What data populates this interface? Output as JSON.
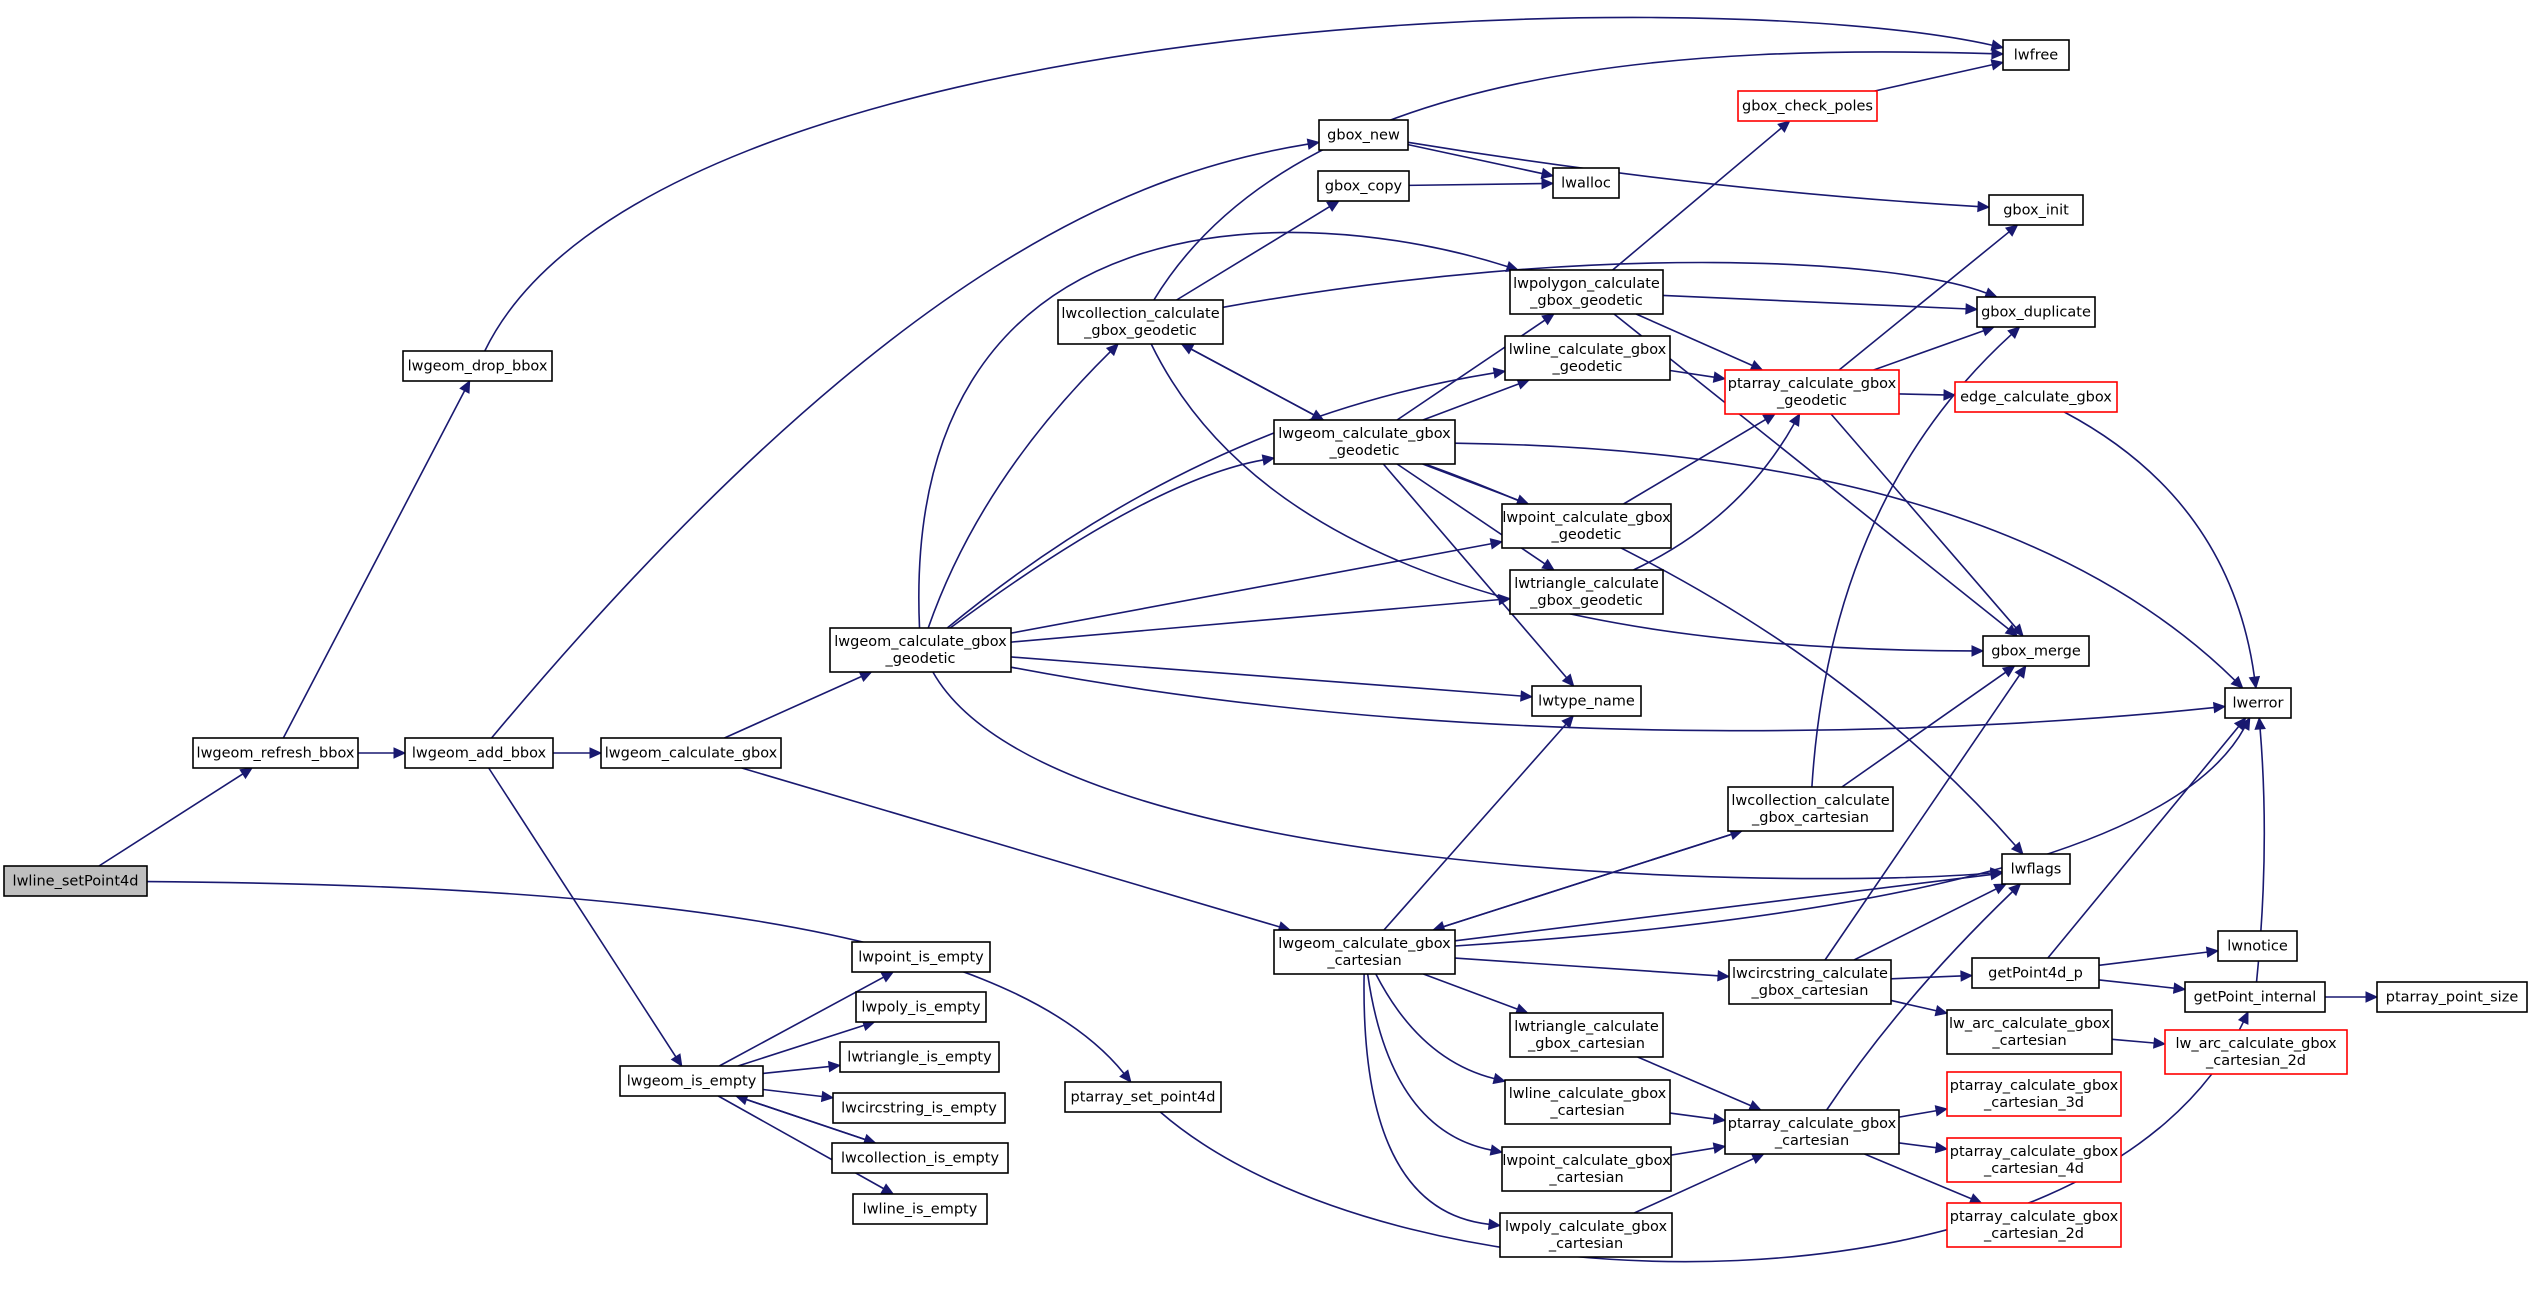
{
  "colors": {
    "edge": "#191970",
    "box_normal": "#000000",
    "box_truncated": "#ff0000",
    "root_fill": "#bfbfbf",
    "background": "#ffffff"
  },
  "nodes": [
    {
      "id": "lwline_setPoint4d",
      "lines": [
        "lwline_setPoint4d"
      ],
      "style": "root"
    },
    {
      "id": "lwgeom_refresh_bbox",
      "lines": [
        "lwgeom_refresh_bbox"
      ],
      "style": "normal"
    },
    {
      "id": "lwgeom_drop_bbox",
      "lines": [
        "lwgeom_drop_bbox"
      ],
      "style": "normal"
    },
    {
      "id": "lwgeom_add_bbox",
      "lines": [
        "lwgeom_add_bbox"
      ],
      "style": "normal"
    },
    {
      "id": "lwgeom_calculate_gbox",
      "lines": [
        "lwgeom_calculate_gbox"
      ],
      "style": "normal"
    },
    {
      "id": "lwgeom_calculate_gbox_geodetic",
      "lines": [
        "lwgeom_calculate_gbox",
        "_geodetic"
      ],
      "style": "normal"
    },
    {
      "id": "lwgeom_is_empty",
      "lines": [
        "lwgeom_is_empty"
      ],
      "style": "normal"
    },
    {
      "id": "ptarray_set_point4d",
      "lines": [
        "ptarray_set_point4d"
      ],
      "style": "normal"
    },
    {
      "id": "lwpoint_is_empty",
      "lines": [
        "lwpoint_is_empty"
      ],
      "style": "normal"
    },
    {
      "id": "lwpoly_is_empty",
      "lines": [
        "lwpoly_is_empty"
      ],
      "style": "normal"
    },
    {
      "id": "lwtriangle_is_empty",
      "lines": [
        "lwtriangle_is_empty"
      ],
      "style": "normal"
    },
    {
      "id": "lwcircstring_is_empty",
      "lines": [
        "lwcircstring_is_empty"
      ],
      "style": "normal"
    },
    {
      "id": "lwcollection_is_empty",
      "lines": [
        "lwcollection_is_empty"
      ],
      "style": "normal"
    },
    {
      "id": "lwline_is_empty",
      "lines": [
        "lwline_is_empty"
      ],
      "style": "normal"
    },
    {
      "id": "gbox_new",
      "lines": [
        "gbox_new"
      ],
      "style": "normal"
    },
    {
      "id": "gbox_copy",
      "lines": [
        "gbox_copy"
      ],
      "style": "normal"
    },
    {
      "id": "lwcollection_calculate_gbox_geodetic",
      "lines": [
        "lwcollection_calculate",
        "_gbox_geodetic"
      ],
      "style": "normal"
    },
    {
      "id": "lwgeom_calculate_gbox_geodetic2",
      "lines": [
        "lwgeom_calculate_gbox",
        "_geodetic"
      ],
      "style": "normal"
    },
    {
      "id": "lwgeom_calculate_gbox_cartesian",
      "lines": [
        "lwgeom_calculate_gbox",
        "_cartesian"
      ],
      "style": "normal"
    },
    {
      "id": "lwalloc",
      "lines": [
        "lwalloc"
      ],
      "style": "normal"
    },
    {
      "id": "lwpolygon_calculate_gbox_geodetic",
      "lines": [
        "lwpolygon_calculate",
        "_gbox_geodetic"
      ],
      "style": "normal"
    },
    {
      "id": "lwline_calculate_gbox_geodetic",
      "lines": [
        "lwline_calculate_gbox",
        "_geodetic"
      ],
      "style": "normal"
    },
    {
      "id": "lwpoint_calculate_gbox_geodetic",
      "lines": [
        "lwpoint_calculate_gbox",
        "_geodetic"
      ],
      "style": "normal"
    },
    {
      "id": "lwtriangle_calculate_gbox_geodetic",
      "lines": [
        "lwtriangle_calculate",
        "_gbox_geodetic"
      ],
      "style": "normal"
    },
    {
      "id": "lwtype_name",
      "lines": [
        "lwtype_name"
      ],
      "style": "normal"
    },
    {
      "id": "lwtriangle_calculate_gbox_cartesian",
      "lines": [
        "lwtriangle_calculate",
        "_gbox_cartesian"
      ],
      "style": "normal"
    },
    {
      "id": "lwline_calculate_gbox_cartesian",
      "lines": [
        "lwline_calculate_gbox",
        "_cartesian"
      ],
      "style": "normal"
    },
    {
      "id": "lwpoint_calculate_gbox_cartesian",
      "lines": [
        "lwpoint_calculate_gbox",
        "_cartesian"
      ],
      "style": "normal"
    },
    {
      "id": "lwpoly_calculate_gbox_cartesian",
      "lines": [
        "lwpoly_calculate_gbox",
        "_cartesian"
      ],
      "style": "normal"
    },
    {
      "id": "gbox_check_poles",
      "lines": [
        "gbox_check_poles"
      ],
      "style": "truncated"
    },
    {
      "id": "ptarray_calculate_gbox_geodetic",
      "lines": [
        "ptarray_calculate_gbox",
        "_geodetic"
      ],
      "style": "truncated"
    },
    {
      "id": "lwcollection_calculate_gbox_cartesian",
      "lines": [
        "lwcollection_calculate",
        "_gbox_cartesian"
      ],
      "style": "normal"
    },
    {
      "id": "lwcircstring_calculate_gbox_cartesian",
      "lines": [
        "lwcircstring_calculate",
        "_gbox_cartesian"
      ],
      "style": "normal"
    },
    {
      "id": "lw_arc_calculate_gbox_cartesian",
      "lines": [
        "lw_arc_calculate_gbox",
        "_cartesian"
      ],
      "style": "normal"
    },
    {
      "id": "ptarray_calculate_gbox_cartesian",
      "lines": [
        "ptarray_calculate_gbox",
        "_cartesian"
      ],
      "style": "normal"
    },
    {
      "id": "lwfree",
      "lines": [
        "lwfree"
      ],
      "style": "normal"
    },
    {
      "id": "gbox_init",
      "lines": [
        "gbox_init"
      ],
      "style": "normal"
    },
    {
      "id": "gbox_duplicate",
      "lines": [
        "gbox_duplicate"
      ],
      "style": "normal"
    },
    {
      "id": "edge_calculate_gbox",
      "lines": [
        "edge_calculate_gbox"
      ],
      "style": "truncated"
    },
    {
      "id": "gbox_merge",
      "lines": [
        "gbox_merge"
      ],
      "style": "normal"
    },
    {
      "id": "lwflags",
      "lines": [
        "lwflags"
      ],
      "style": "normal"
    },
    {
      "id": "getPoint4d_p",
      "lines": [
        "getPoint4d_p"
      ],
      "style": "normal"
    },
    {
      "id": "ptarray_calculate_gbox_cartesian_3d",
      "lines": [
        "ptarray_calculate_gbox",
        "_cartesian_3d"
      ],
      "style": "truncated"
    },
    {
      "id": "ptarray_calculate_gbox_cartesian_4d",
      "lines": [
        "ptarray_calculate_gbox",
        "_cartesian_4d"
      ],
      "style": "truncated"
    },
    {
      "id": "ptarray_calculate_gbox_cartesian_2d",
      "lines": [
        "ptarray_calculate_gbox",
        "_cartesian_2d"
      ],
      "style": "truncated"
    },
    {
      "id": "lwerror",
      "lines": [
        "lwerror"
      ],
      "style": "normal"
    },
    {
      "id": "lwnotice",
      "lines": [
        "lwnotice"
      ],
      "style": "normal"
    },
    {
      "id": "getPoint_internal",
      "lines": [
        "getPoint_internal"
      ],
      "style": "normal"
    },
    {
      "id": "lw_arc_calculate_gbox_cartesian_2d",
      "lines": [
        "lw_arc_calculate_gbox",
        "_cartesian_2d"
      ],
      "style": "truncated"
    },
    {
      "id": "ptarray_point_size",
      "lines": [
        "ptarray_point_size"
      ],
      "style": "normal"
    }
  ]
}
